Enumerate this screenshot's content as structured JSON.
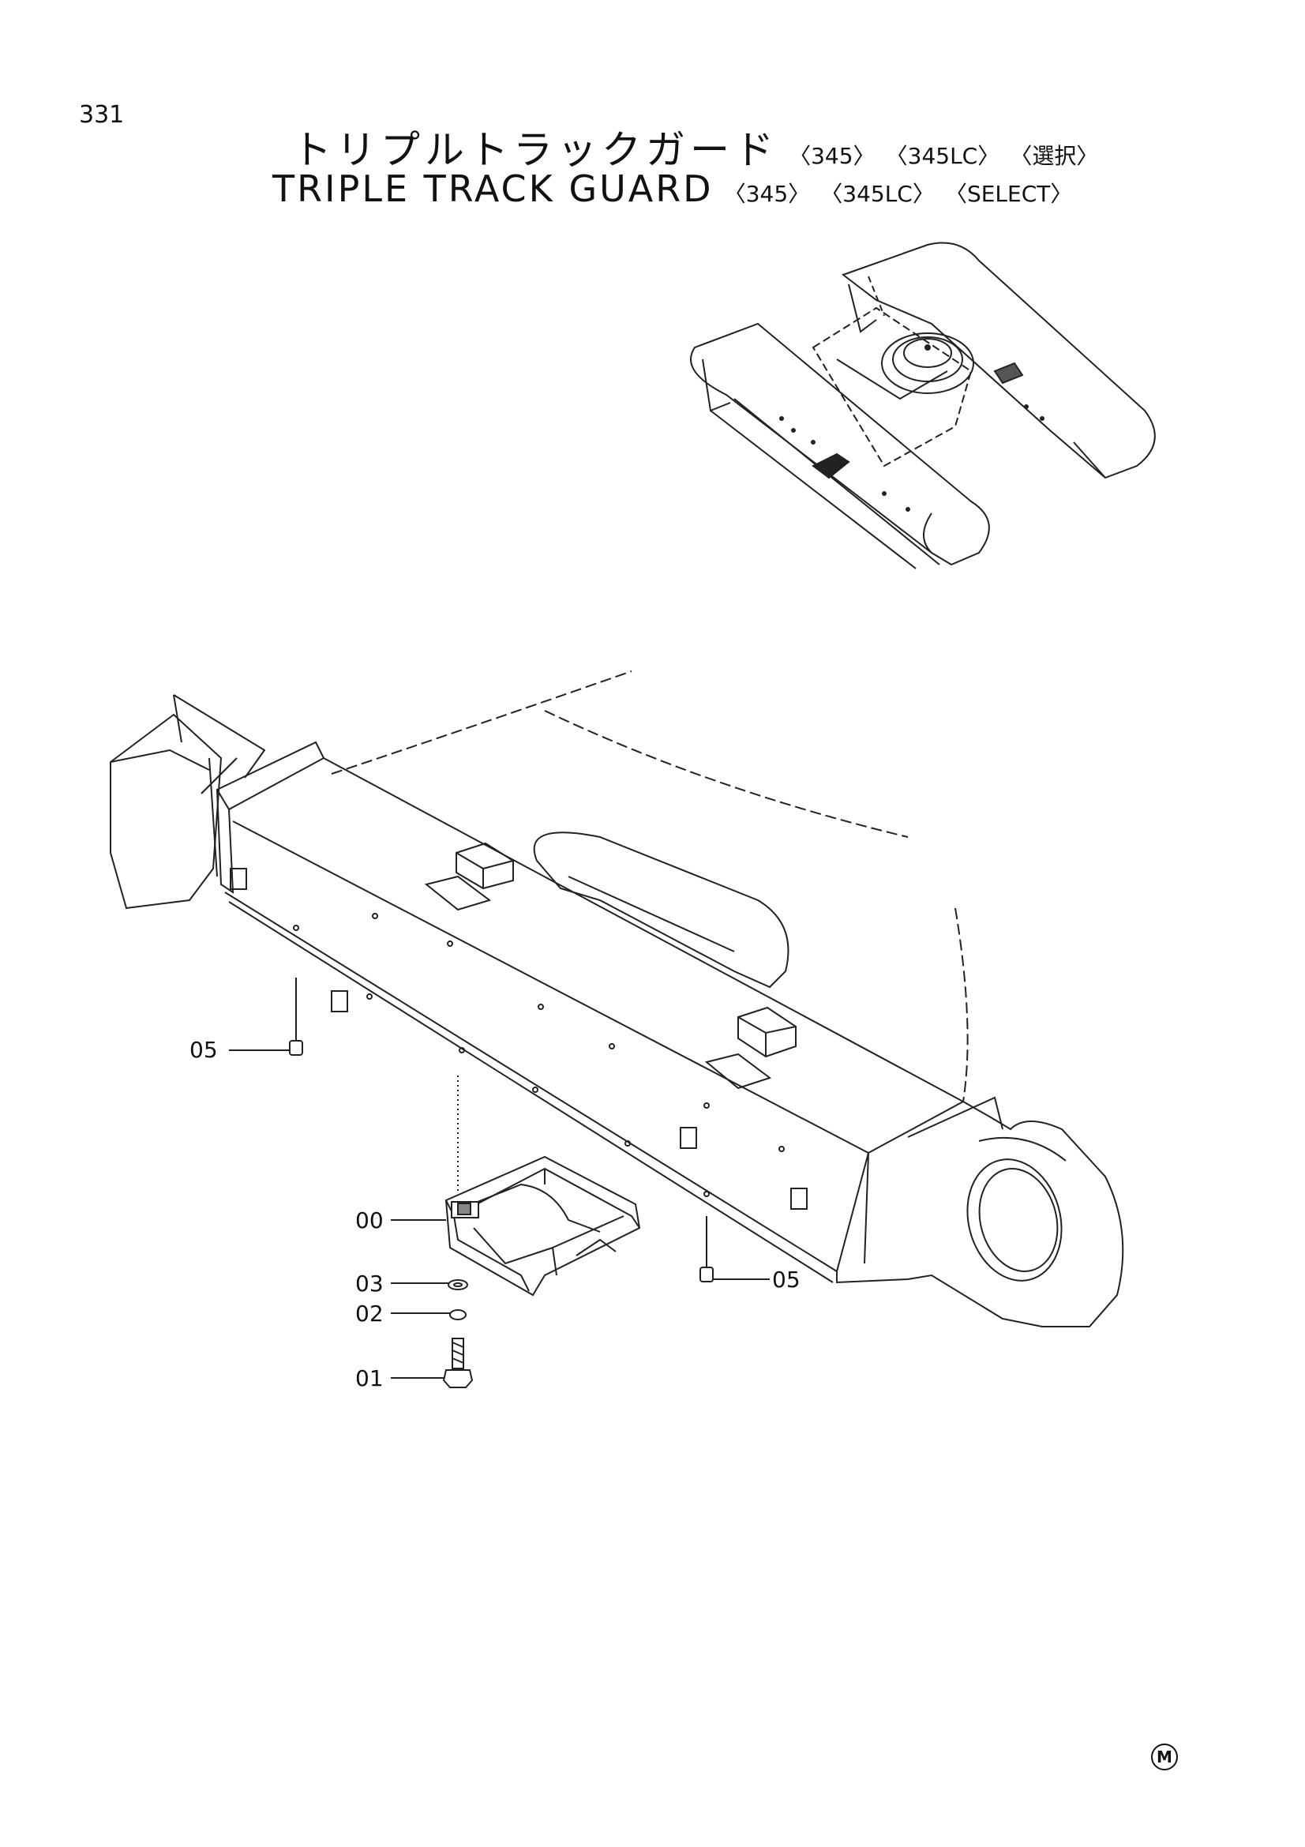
{
  "page": {
    "number": "331"
  },
  "title": {
    "jp": "トリプルトラックガード",
    "en": "TRIPLE TRACK GUARD",
    "variants_jp": [
      "〈345〉",
      "〈345LC〉",
      "〈選択〉"
    ],
    "variants_en": [
      "〈345〉",
      "〈345LC〉",
      "〈SELECT〉"
    ]
  },
  "callouts": {
    "c05a": "05",
    "c00": "00",
    "c03": "03",
    "c02": "02",
    "c01": "01",
    "c05b": "05"
  },
  "corner_mark": "M"
}
